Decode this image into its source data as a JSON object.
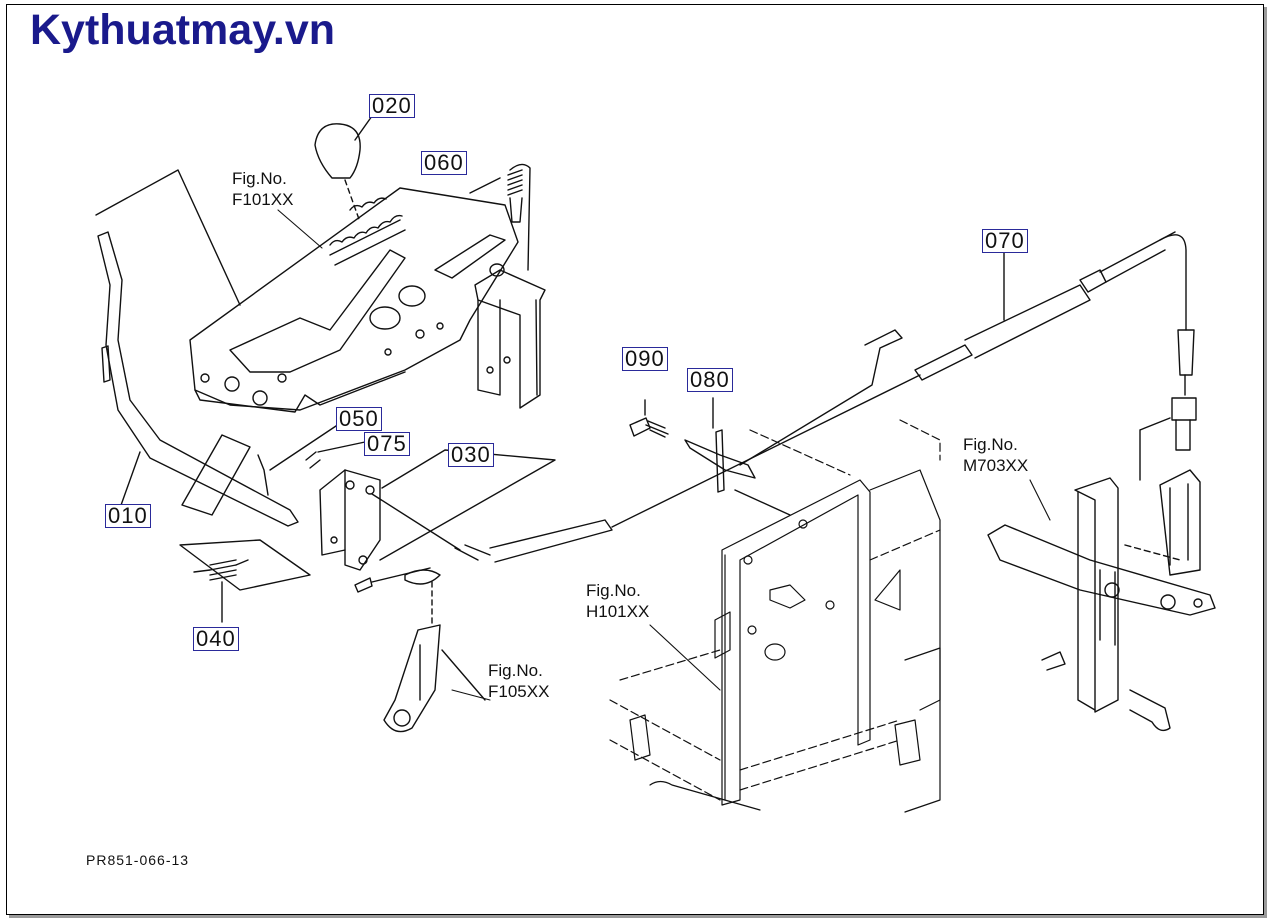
{
  "brand": {
    "text": "Kythuatmay.vn",
    "color": "#1a1a8c"
  },
  "parts": [
    {
      "id": "020"
    },
    {
      "id": "060"
    },
    {
      "id": "070"
    },
    {
      "id": "090"
    },
    {
      "id": "080"
    },
    {
      "id": "050"
    },
    {
      "id": "075"
    },
    {
      "id": "030"
    },
    {
      "id": "010"
    },
    {
      "id": "040"
    }
  ],
  "figure_refs": [
    {
      "title": "Fig.No.",
      "code": "F101XX"
    },
    {
      "title": "Fig.No.",
      "code": "F105XX"
    },
    {
      "title": "Fig.No.",
      "code": "H101XX"
    },
    {
      "title": "Fig.No.",
      "code": "M703XX"
    }
  ],
  "drawing_code": "PR851-066-13"
}
